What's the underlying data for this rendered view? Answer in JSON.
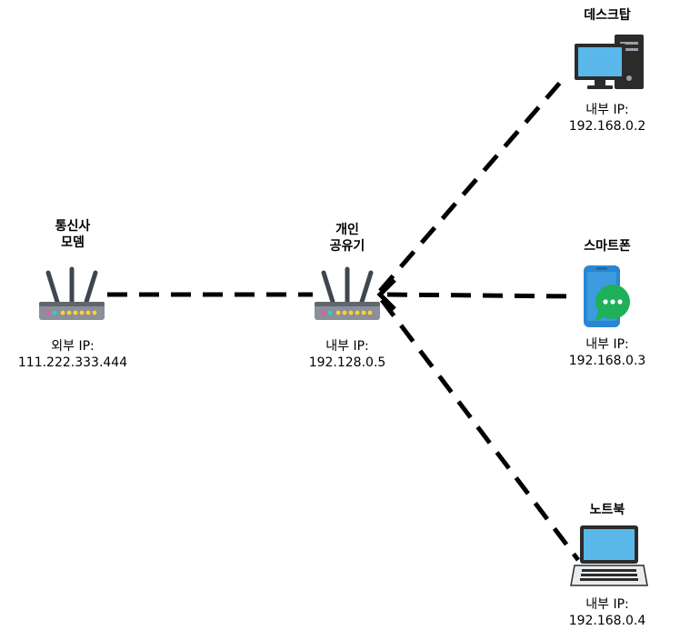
{
  "colors": {
    "background": "#ffffff",
    "link": "#000000",
    "router_body": "#8a8f99",
    "router_top": "#5f6670",
    "antenna": "#3f4650",
    "screen": "#5ab7ea",
    "phone_body": "#2a86d1",
    "chat_bubble": "#1fb05a",
    "tower": "#2b2b2b"
  },
  "nodes": {
    "modem": {
      "title_line1": "통신사",
      "title_line2": "모뎀",
      "ip_label": "외부 IP:",
      "ip": "111.222.333.444",
      "icon": "router-icon"
    },
    "router": {
      "title_line1": "개인",
      "title_line2": "공유기",
      "ip_label": "내부 IP:",
      "ip": "192.128.0.5",
      "icon": "router-icon"
    },
    "desktop": {
      "title": "데스크탑",
      "ip_label": "내부 IP:",
      "ip": "192.168.0.2",
      "icon": "desktop-computer-icon"
    },
    "smartphone": {
      "title": "스마트폰",
      "ip_label": "내부 IP:",
      "ip": "192.168.0.3",
      "icon": "smartphone-chat-icon"
    },
    "laptop": {
      "title": "노트북",
      "ip_label": "내부 IP:",
      "ip": "192.168.0.4",
      "icon": "laptop-icon"
    }
  },
  "links": [
    {
      "from": "router",
      "to": "modem",
      "style": "dashed"
    },
    {
      "from": "desktop",
      "to": "router",
      "style": "dashed"
    },
    {
      "from": "smartphone",
      "to": "router",
      "style": "dashed",
      "arrow": "router"
    },
    {
      "from": "laptop",
      "to": "router",
      "style": "dashed"
    }
  ]
}
